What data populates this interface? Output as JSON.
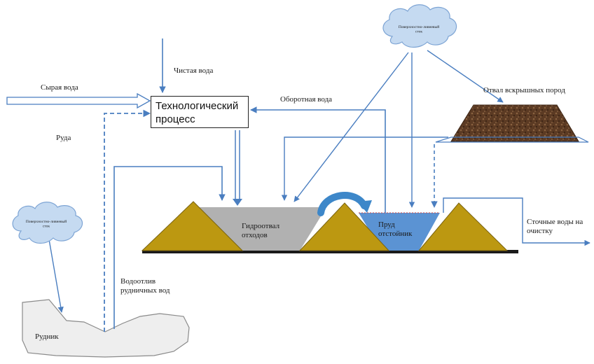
{
  "colors": {
    "arrow": "#4a7ec0",
    "arrow_dark": "#2f5f99",
    "cloud_fill": "#c5daf1",
    "cloud_stroke": "#7da4d4",
    "tailings": "#b1b1b1",
    "pond": "#5b93d3",
    "dam": "#bc9811",
    "dam_stroke": "#7a6310",
    "ground": "#1a1a1a",
    "mine_fill": "#eeeeee",
    "spoil": "#5b3a23"
  },
  "labels": {
    "clean_water": "Чистая вода",
    "raw_water": "Сырая вода",
    "ore": "Руда",
    "process": "Технологический процесс",
    "recycled_water": "Оборотная вода",
    "overburden_dump": "Отвал вскрышных пород",
    "tailings_storage": "Гидроотвал отходов",
    "settling_pond": "Пруд отстойник",
    "wastewater": "Сточные воды на очистку",
    "mine_drainage": "Водоотлив рудничных вод",
    "mine": "Рудник",
    "surface_runoff_top": "Поверхностно-ливневый сток",
    "surface_runoff_left": "Поверхностно-ливневый сток"
  }
}
